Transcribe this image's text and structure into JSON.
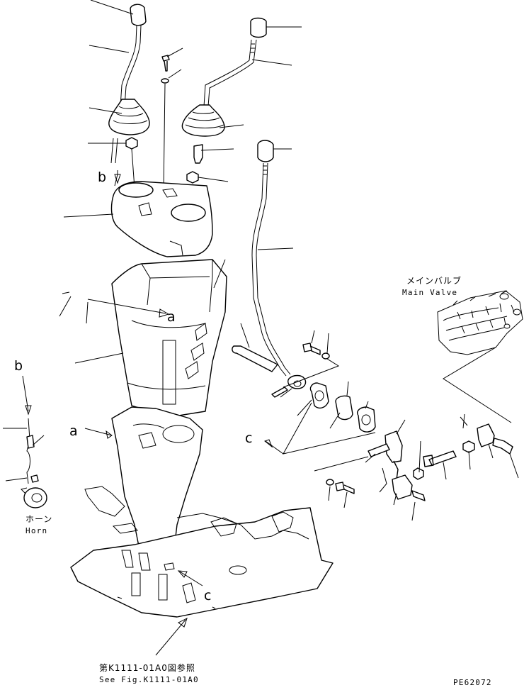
{
  "callouts": {
    "b_top": "b",
    "a_mid": "a",
    "b_left": "b",
    "a_left": "a",
    "c_right": "c",
    "c_bottom": "c"
  },
  "labels": {
    "main_valve_jp": "メインバルブ",
    "main_valve_en": "Main Valve",
    "horn_jp": "ホーン",
    "horn_en": "Horn",
    "see_fig_jp": "第K1111-01A0図参照",
    "see_fig_en": "See Fig.K1111-01A0",
    "drawing_no": "PE62072"
  }
}
